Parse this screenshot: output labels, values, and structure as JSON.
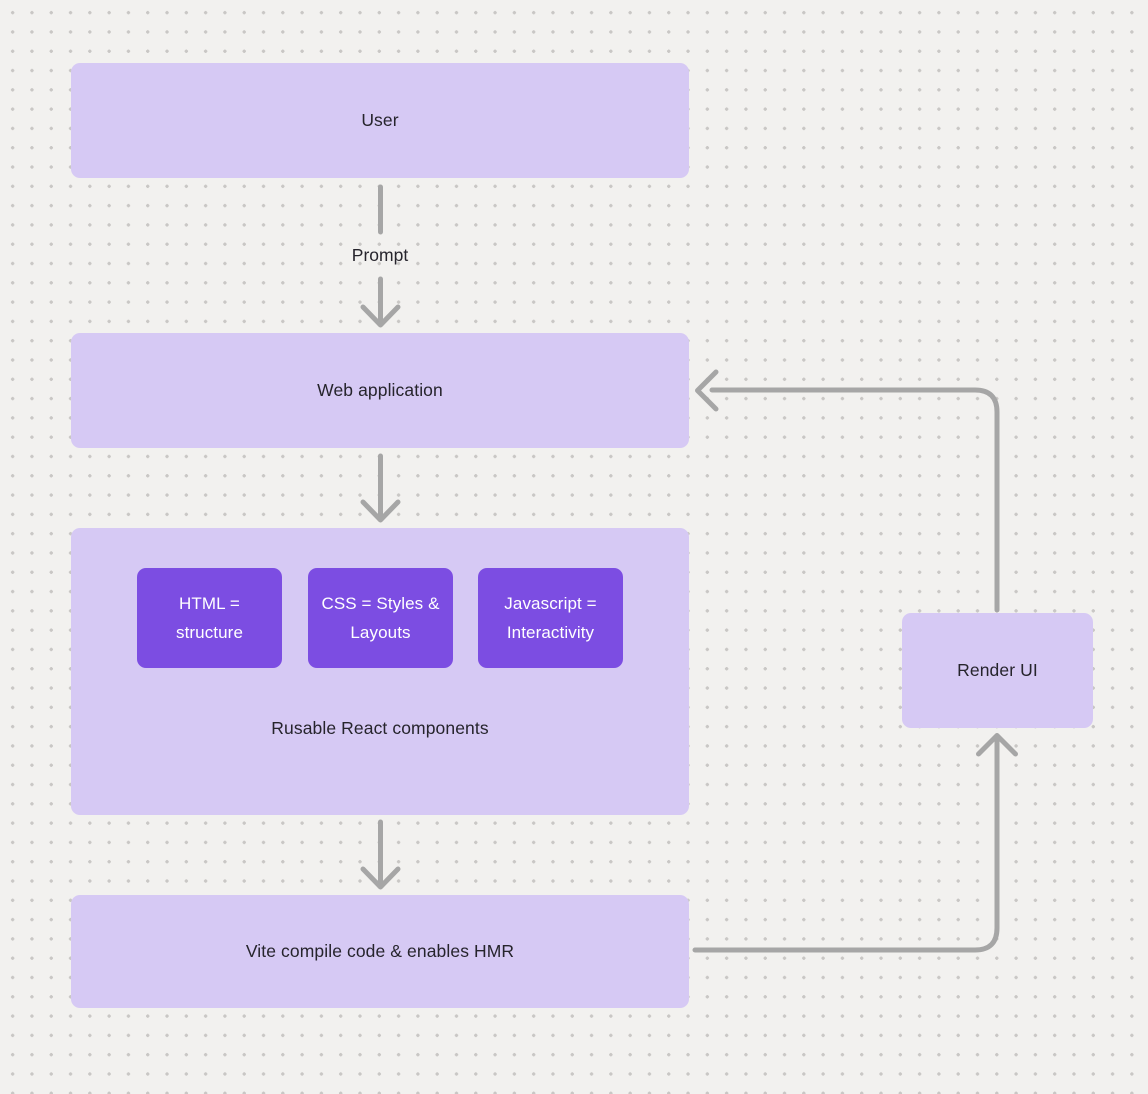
{
  "diagram": {
    "background": {
      "color": "#f2f1ef",
      "dot_color": "#c9c7c5"
    },
    "colors": {
      "node_fill": "#d6c9f4",
      "chip_fill": "#7c4de2",
      "arrow": "#a6a6a6",
      "text_dark": "#26242c",
      "text_light": "#ffffff"
    },
    "nodes": {
      "user": {
        "label": "User"
      },
      "web_application": {
        "label": "Web application"
      },
      "components_group": {
        "caption": "Rusable React components",
        "chips": [
          {
            "label": "HTML = structure"
          },
          {
            "label": "CSS = Styles & Layouts"
          },
          {
            "label": "Javascript = Interactivity"
          }
        ]
      },
      "vite": {
        "label": "Vite compile code & enables HMR"
      },
      "render_ui": {
        "label": "Render UI"
      }
    },
    "edges": {
      "prompt_label": "Prompt",
      "connections": [
        {
          "from": "user",
          "to": "web_application",
          "label": "Prompt"
        },
        {
          "from": "web_application",
          "to": "components_group",
          "label": ""
        },
        {
          "from": "components_group",
          "to": "vite",
          "label": ""
        },
        {
          "from": "vite",
          "to": "render_ui",
          "label": ""
        },
        {
          "from": "render_ui",
          "to": "web_application",
          "label": ""
        }
      ]
    }
  }
}
